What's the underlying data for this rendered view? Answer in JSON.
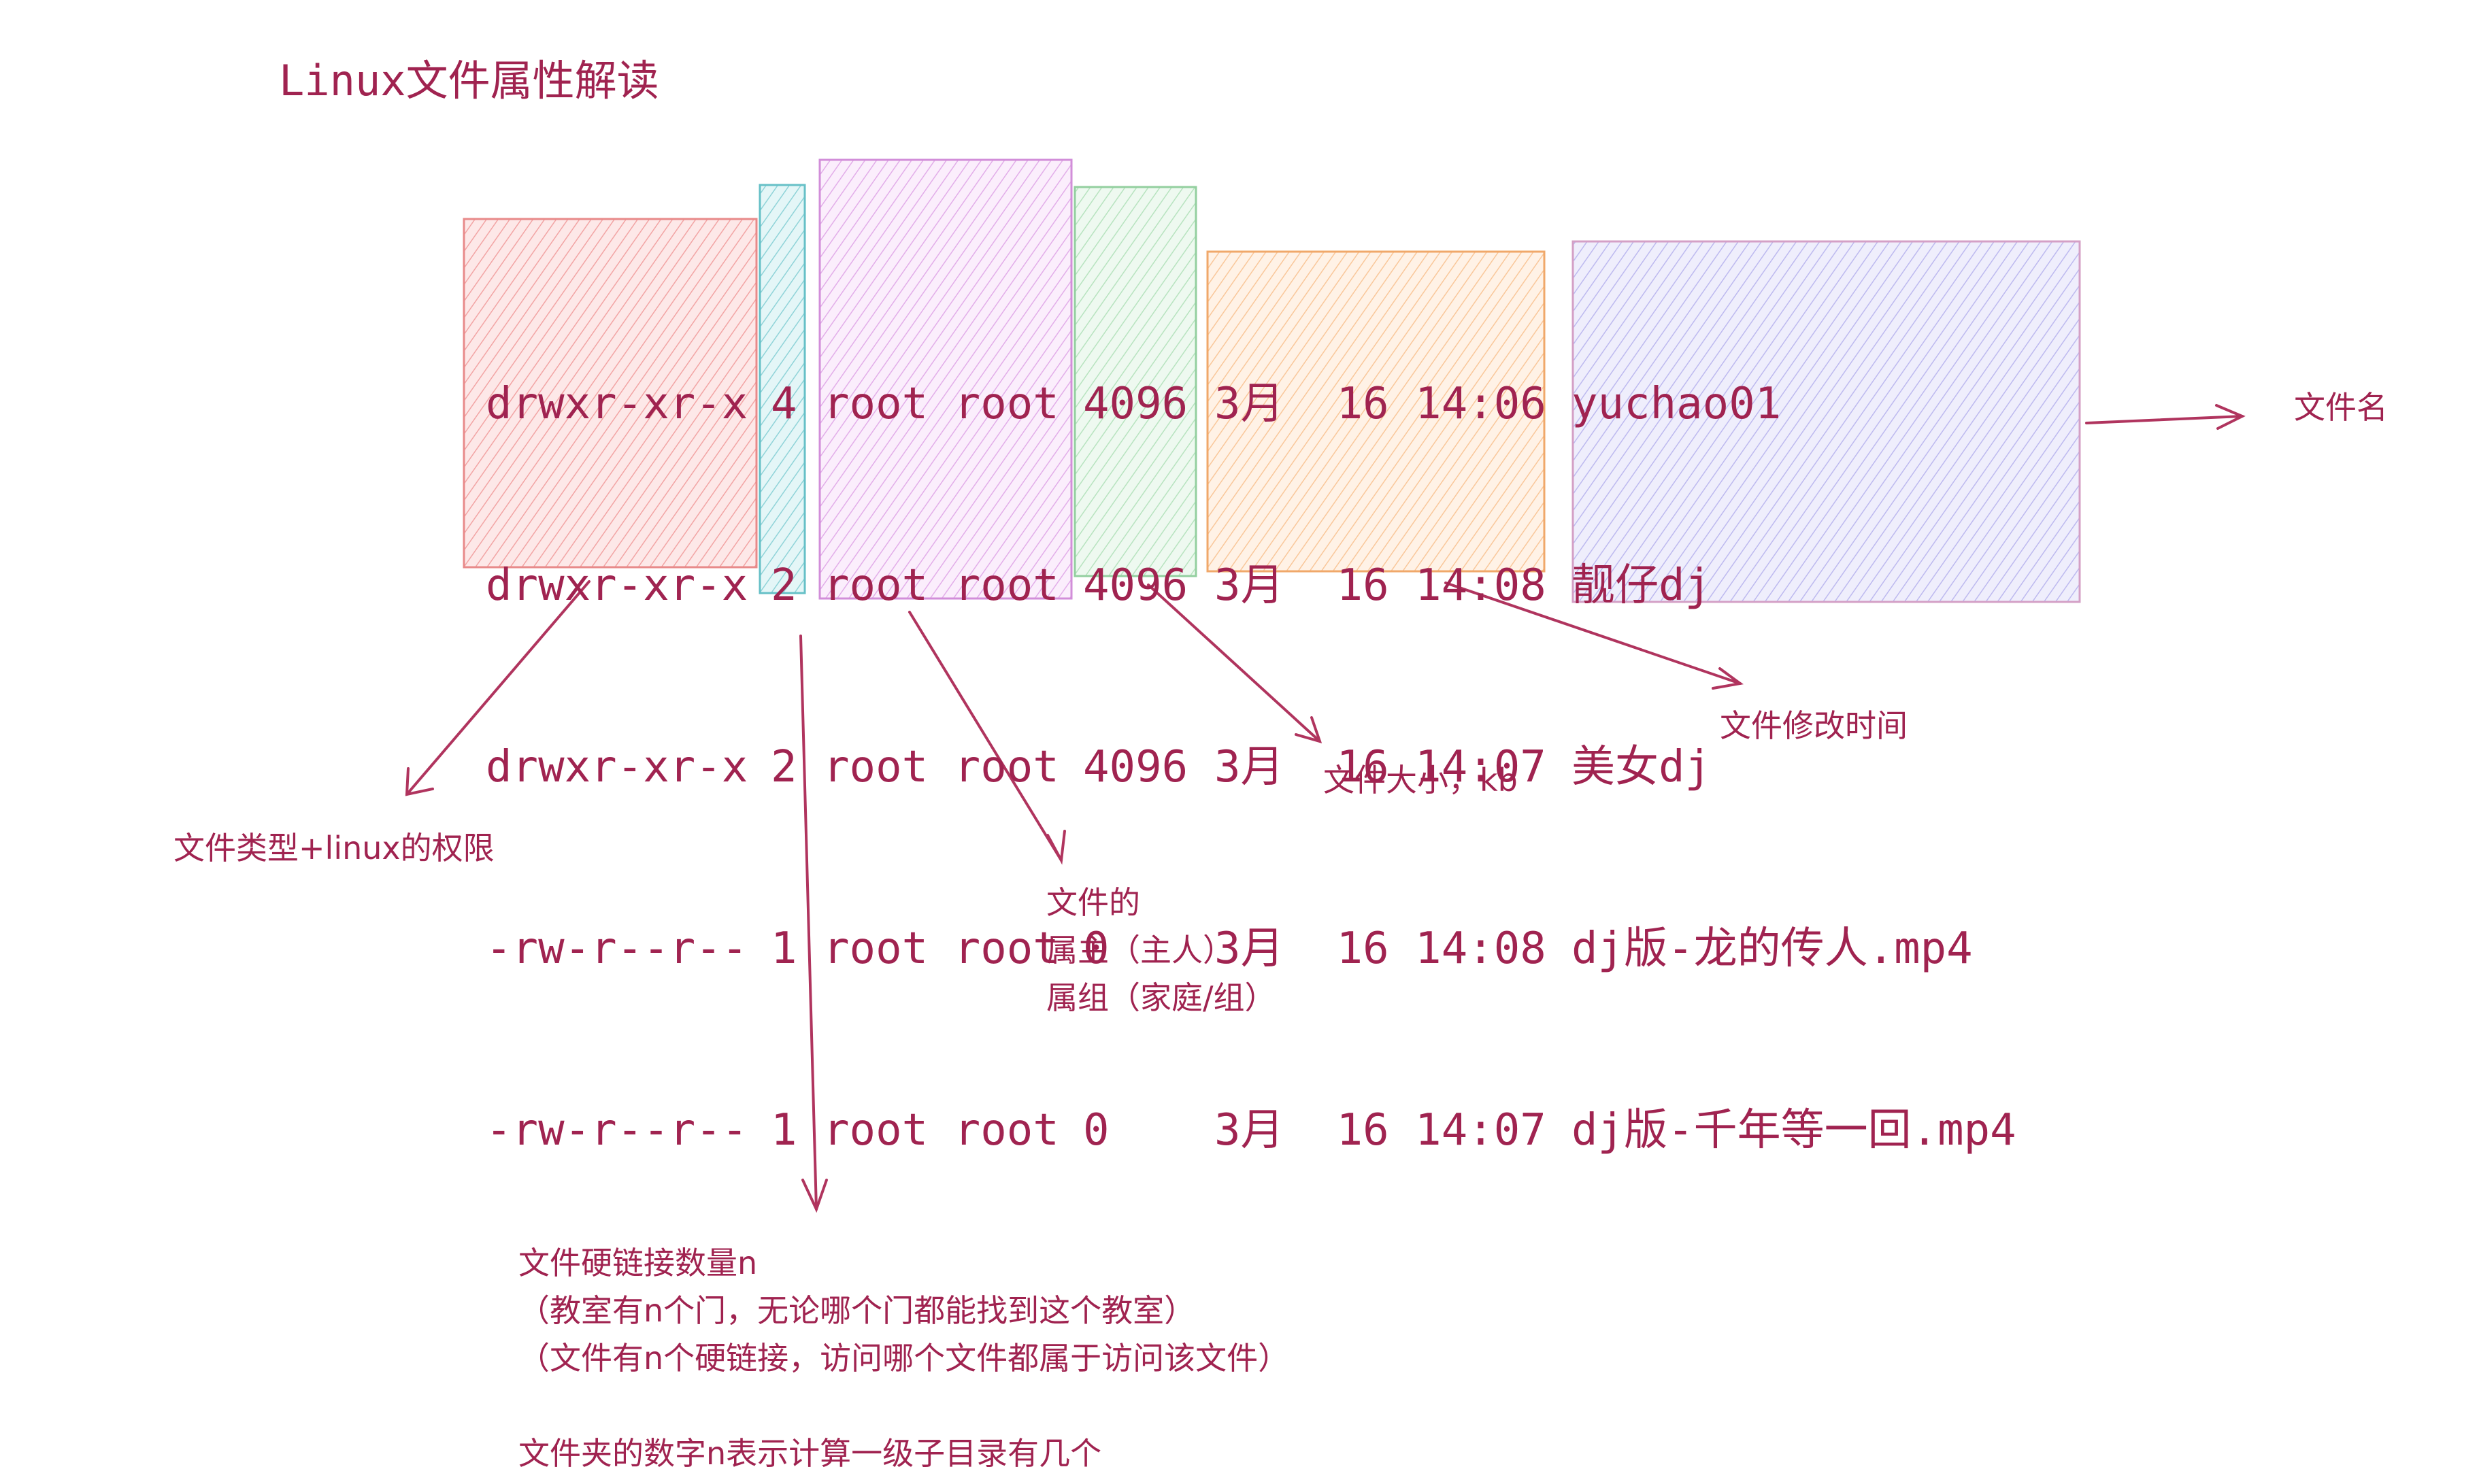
{
  "title": "Linux文件属性解读",
  "table": {
    "permissions": [
      "drwxr-xr-x",
      "drwxr-xr-x",
      "drwxr-xr-x",
      "-rw-r--r--",
      "-rw-r--r--"
    ],
    "links": [
      "4",
      "2",
      "2",
      "1",
      "1"
    ],
    "owner_group": [
      "root root",
      "root root",
      "root root",
      "root root",
      "root root"
    ],
    "sizes": [
      "4096",
      "4096",
      "4096",
      "0",
      "0"
    ],
    "mtimes": [
      "3月  16 14:06",
      "3月  16 14:08",
      "3月  16 14:07",
      "3月  16 14:08",
      "3月  16 14:07"
    ],
    "names": [
      "yuchao01",
      "靓仔dj",
      "美女dj",
      "dj版-龙的传人.mp4",
      "dj版-千年等一回.mp4"
    ]
  },
  "annotations": {
    "type_perm": "文件类型+linux的权限",
    "hardlink": [
      "文件硬链接数量n",
      "（教室有n个门，无论哪个门都能找到这个教室）",
      "（文件有n个硬链接，访问哪个文件都属于访问该文件）",
      "",
      "文件夹的数字n表示计算一级子目录有几个"
    ],
    "owner": [
      "文件的",
      "属主（主人）",
      "属组（家庭/组）"
    ],
    "size": "文件大小，kb",
    "mtime": "文件修改时间",
    "name": "文件名"
  },
  "colors": {
    "text": "#a02350",
    "perm_box": "#f4a9a9",
    "link_box": "#8fd3d8",
    "owner_box": "#e6b3ec",
    "size_box": "#b7e3bf",
    "mtime_box": "#f9c79a",
    "name_box": "#b9b5ee"
  }
}
